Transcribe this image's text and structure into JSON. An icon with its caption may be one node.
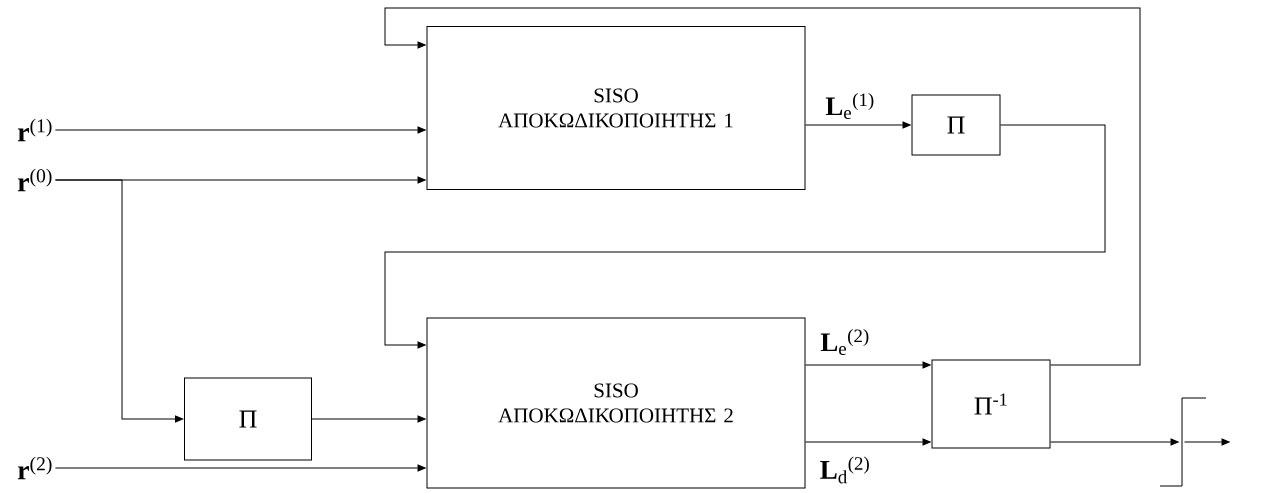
{
  "diagram": {
    "nodes": [
      {
        "text": [
          "**r**$^{(1)}$"
        ]
      },
      {
        "text": [
          "**r**$^{(0)}$"
        ]
      },
      {
        "text": [
          "**r**$^{(2)}$"
        ]
      },
      {
        "text": [
          "SISO ΑΠΟΚΩΔΙΚΟΠΟΙΗΤΗΣ 1"
        ]
      },
      {
        "text": [
          "Π"
        ]
      },
      {
        "text": [
          "SISO ΑΠΟΚΩΔΙΚΟΠΟΙΗΤΗΣ 2"
        ]
      },
      {
        "text": [
          "Π"
        ]
      },
      {
        "text": [
          "Π$^{-1}$"
        ]
      },
      {
        "text": [],
        "shape": "picture"
      }
    ],
    "edges": [
      {
        "from": 0,
        "to": 3,
        "arrow": "to"
      },
      {
        "from": 1,
        "to": 3,
        "arrow": "to"
      },
      {
        "from": 1,
        "to": 6,
        "arrow": "to"
      },
      {
        "from": 2,
        "to": 5,
        "arrow": "to"
      },
      {
        "from": 6,
        "to": 5,
        "arrow": "to"
      },
      {
        "from": 3,
        "to": 4,
        "arrow": "to",
        "label": "**L**$_{e}$$^{(1)}$"
      },
      {
        "from": 4,
        "to": 5,
        "arrow": "to"
      },
      {
        "from": 5,
        "to": 7,
        "arrow": "to",
        "label": "**L**$_{e}$$^{(2)}$"
      },
      {
        "from": 5,
        "to": 7,
        "arrow": "to",
        "label": "**L**$_{d}$$^{(2)}$"
      },
      {
        "from": 7,
        "to": 3,
        "arrow": "to"
      },
      {
        "from": 7,
        "to": 8,
        "arrow": "to"
      },
      {
        "from": 8,
        "to": null,
        "arrow": "to"
      }
    ]
  }
}
